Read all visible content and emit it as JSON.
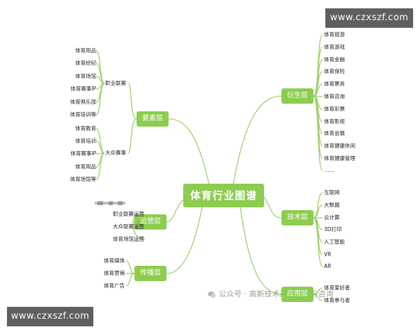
{
  "watermark_top": "www.czxszf.com",
  "watermark_bottom": "www.czxszf.com",
  "watermark_center": "公众号 · 高新技术产业研究与咨询",
  "center": "体育行业图谱",
  "nodes": {
    "yaosu": "要素层",
    "yansheng": "衍生层",
    "yunying": "运营层",
    "jishu": "技术层",
    "chuanbo": "传播层",
    "yingyong": "应用层"
  },
  "yaosu_sub": {
    "zhiye": "职业联赛",
    "dazhong": "大众赛事"
  },
  "yaosu_zhiye": [
    "体育用品",
    "体育经纪",
    "体育场馆",
    "体育赛事IP",
    "体育俱乐部",
    "体育培训等"
  ],
  "yaosu_dazhong": [
    "体育教育",
    "体育培训",
    "体育赛事IP",
    "体育用品",
    "体育场馆等"
  ],
  "yansheng": [
    "体育旅游",
    "体育游戏",
    "体育金融",
    "体育保险",
    "体育票务",
    "体育咨询",
    "体育彩票",
    "体育影视",
    "体育会展",
    "体育健康休闲",
    "体育健康管理",
    "……"
  ],
  "yunying": [
    "职业联赛运营",
    "大众联赛运营",
    "体育场馆运营"
  ],
  "jishu": [
    "互联网",
    "大数据",
    "云计算",
    "3D打印",
    "人工智能",
    "VR",
    "AR"
  ],
  "chuanbo": [
    "体育媒体",
    "体育营销",
    "体育广告"
  ],
  "yingyong": [
    "体育爱好者",
    "体育参与者"
  ],
  "colors": {
    "node": "#8ccc4e",
    "line": "#9fcf6a",
    "watermark": "#5f5f5f"
  }
}
